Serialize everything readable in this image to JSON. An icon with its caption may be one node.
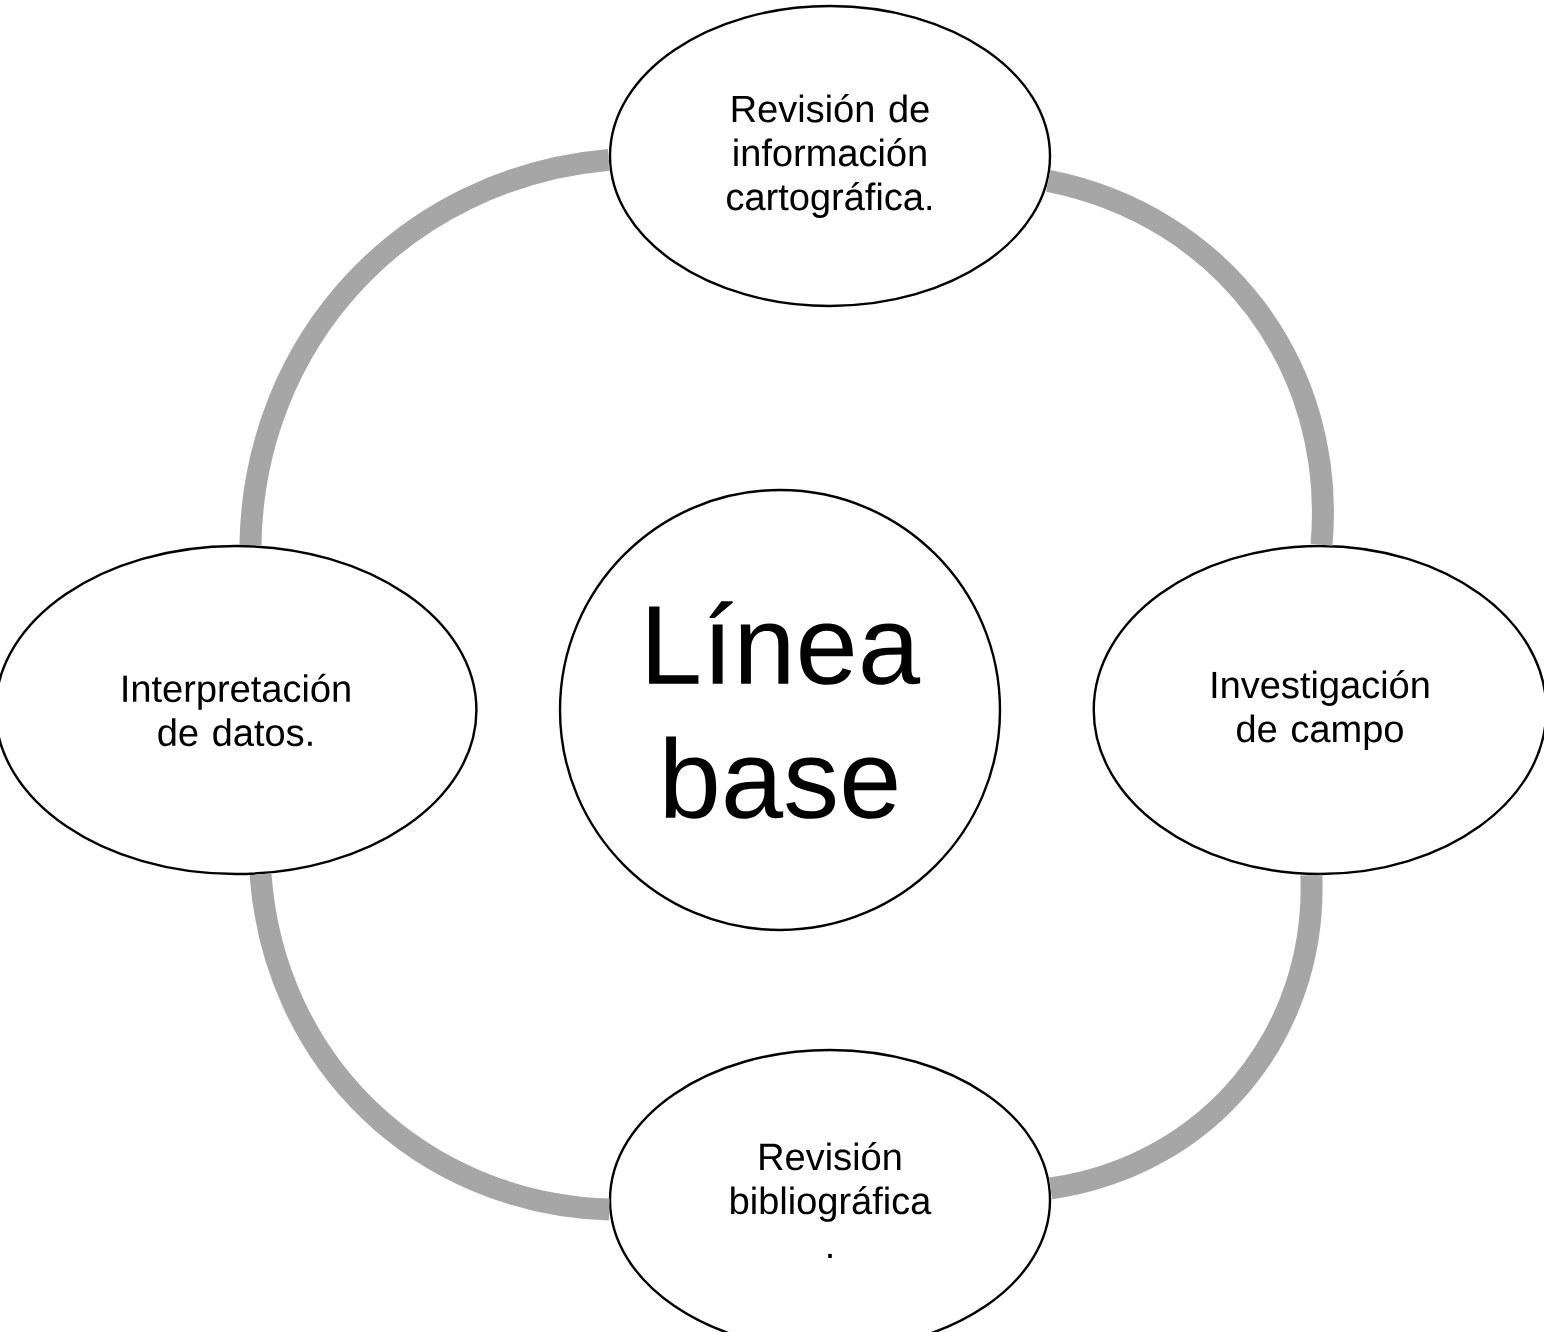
{
  "diagram": {
    "nodes": [
      {
        "text": [
          "Revisión de información cartográfica."
        ]
      },
      {
        "text": [
          "Línea base"
        ]
      },
      {
        "text": [
          "Interpretación de datos."
        ]
      },
      {
        "text": [
          "Investigación de campo"
        ]
      },
      {
        "text": [
          "Revisión bibliográfica ."
        ]
      }
    ],
    "edges": [
      {
        "from": 0,
        "to": 3,
        "arrow": "none",
        "color": "#a6a6a6"
      },
      {
        "from": 3,
        "to": 4,
        "arrow": "none",
        "color": "#a6a6a6"
      },
      {
        "from": 4,
        "to": 2,
        "arrow": "none",
        "color": "#a6a6a6"
      },
      {
        "from": 2,
        "to": 0,
        "arrow": "none",
        "color": "#a6a6a6"
      }
    ]
  }
}
